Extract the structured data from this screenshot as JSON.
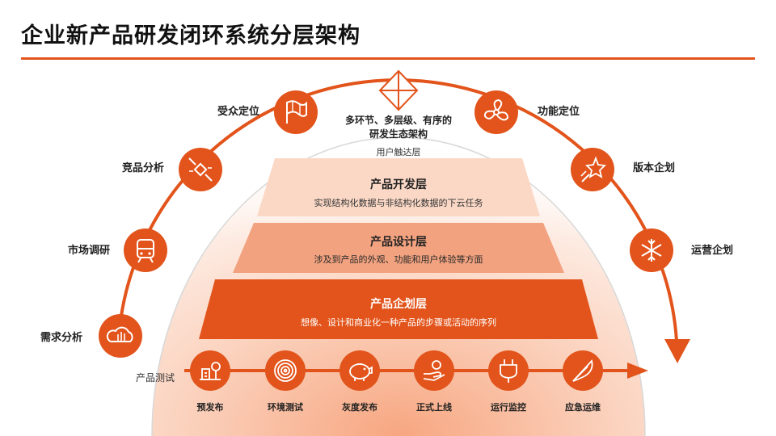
{
  "title": "企业新产品研发闭环系统分层架构",
  "colors": {
    "accent": "#e2541b"
  },
  "arc_nodes": [
    {
      "label": "需求分析",
      "icon": "cloud-icon"
    },
    {
      "label": "市场调研",
      "icon": "train-icon"
    },
    {
      "label": "竞品分析",
      "icon": "satellite-icon"
    },
    {
      "label": "受众定位",
      "icon": "flag-icon"
    },
    {
      "label": "功能定位",
      "icon": "fan-icon"
    },
    {
      "label": "版本企划",
      "icon": "shooting-star-icon"
    },
    {
      "label": "运营企划",
      "icon": "snowflake-icon"
    }
  ],
  "center": {
    "heading_line1": "多环节、多层级、有序的",
    "heading_line2": "研发生态架构",
    "touch_layer": "用户触达层"
  },
  "layers": [
    {
      "title": "产品开发层",
      "desc": "实现结构化数据与非结构化数据的下云任务"
    },
    {
      "title": "产品设计层",
      "desc": "涉及到产品的外观、功能和用户体验等方面"
    },
    {
      "title": "产品企划层",
      "desc": "想像、设计和商业化一种产品的步骤或活动的序列"
    }
  ],
  "testing": {
    "label": "产品测试",
    "steps": [
      {
        "label": "预发布",
        "icon": "city-icon"
      },
      {
        "label": "环境测试",
        "icon": "spiral-icon"
      },
      {
        "label": "灰度发布",
        "icon": "piggy-bank-icon"
      },
      {
        "label": "正式上线",
        "icon": "hand-coin-icon"
      },
      {
        "label": "运行监控",
        "icon": "plug-icon"
      },
      {
        "label": "应急运维",
        "icon": "feather-icon"
      }
    ]
  }
}
